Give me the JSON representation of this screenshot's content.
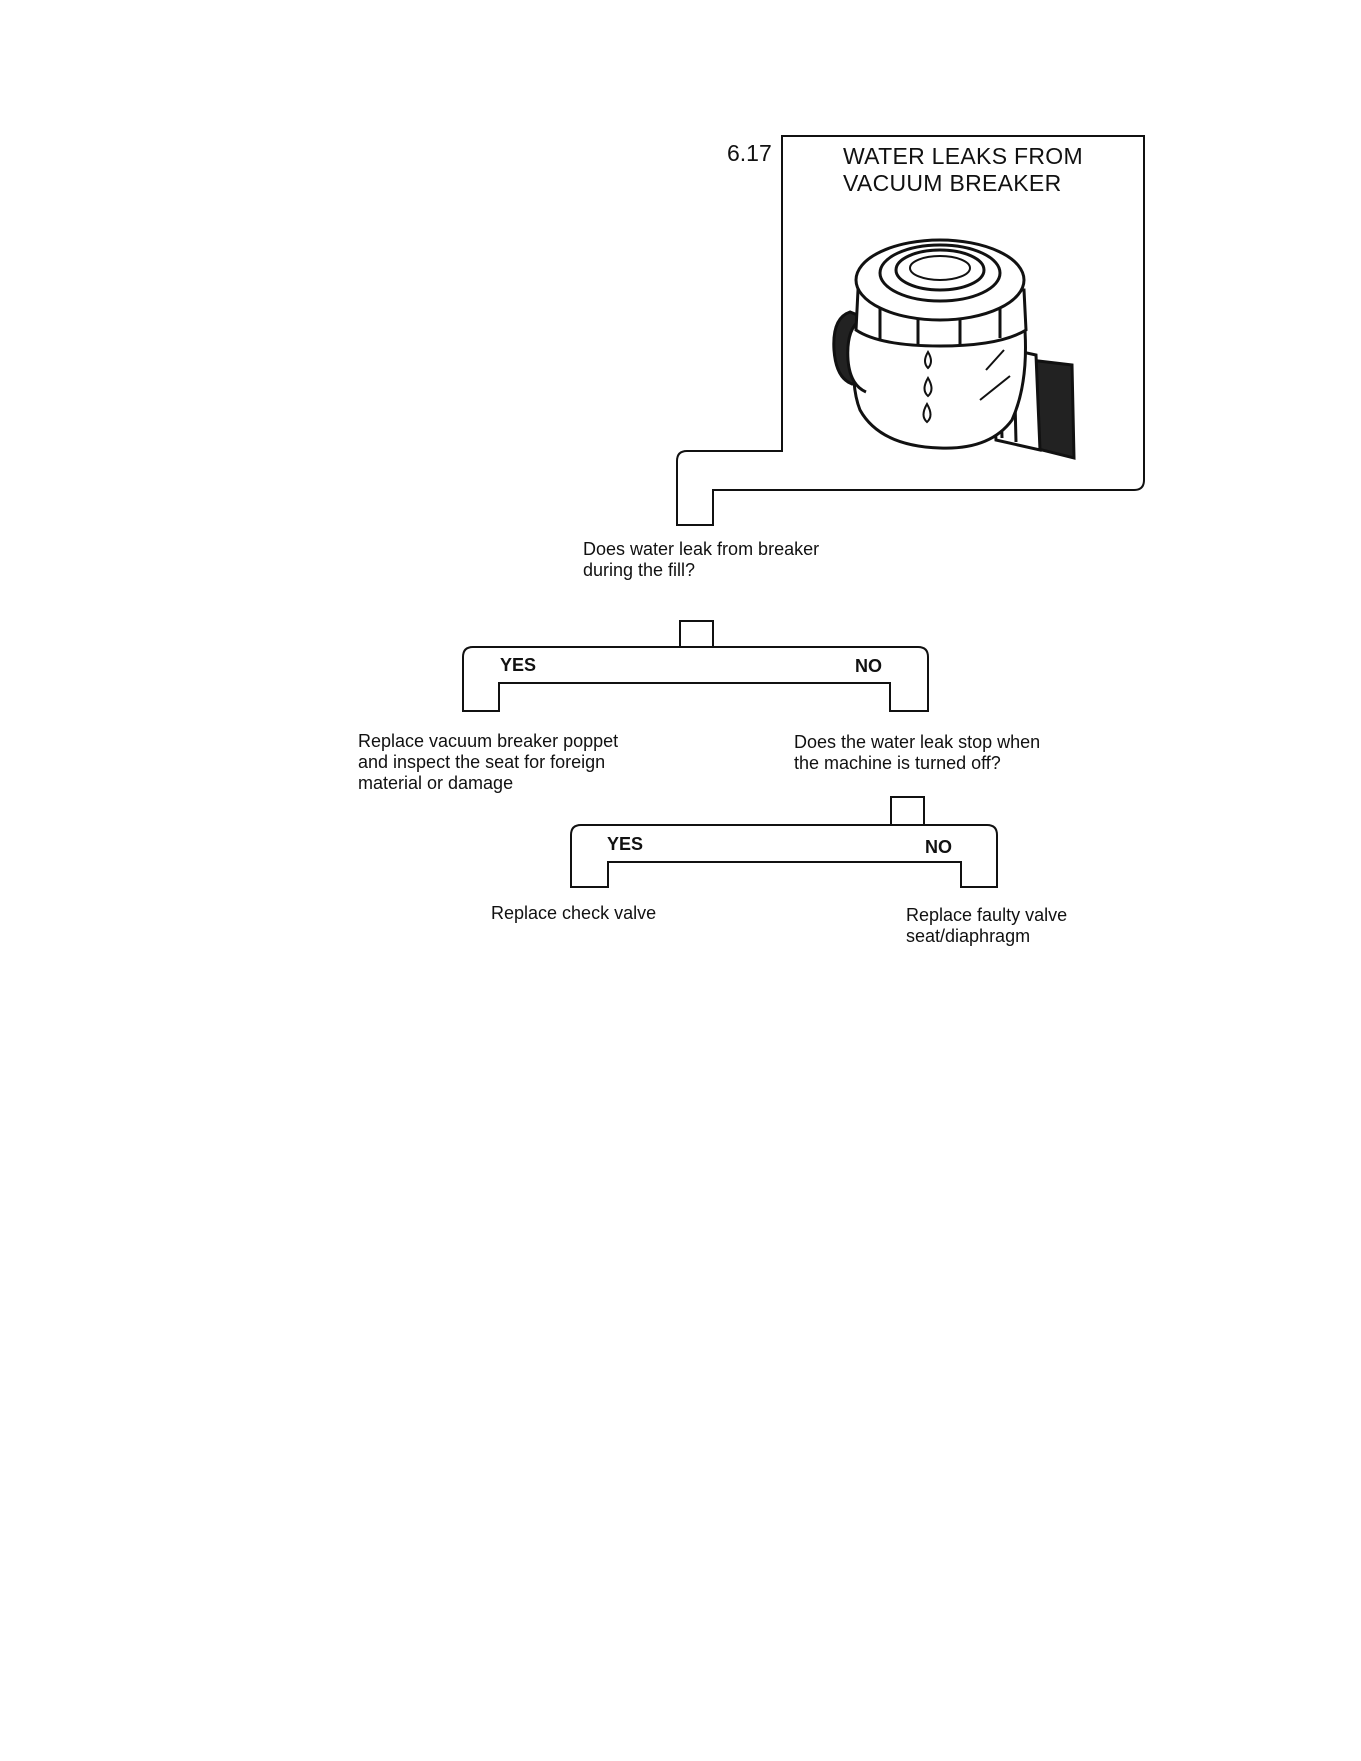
{
  "section_number": "6.17",
  "title": "WATER LEAKS FROM\nVACUUM BREAKER",
  "illustration": "vacuum-breaker-dripping-water",
  "question_1": "Does water leak from breaker\nduring the fill?",
  "branch_1": {
    "yes": "YES",
    "no": "NO"
  },
  "yes_1_action": "Replace vacuum breaker poppet\nand inspect the seat for foreign\nmaterial or damage",
  "question_2": "Does the water leak stop when\nthe machine is turned off?",
  "branch_2": {
    "yes": "YES",
    "no": "NO"
  },
  "yes_2_action": "Replace check valve",
  "no_2_action": "Replace faulty valve\nseat/diaphragm"
}
